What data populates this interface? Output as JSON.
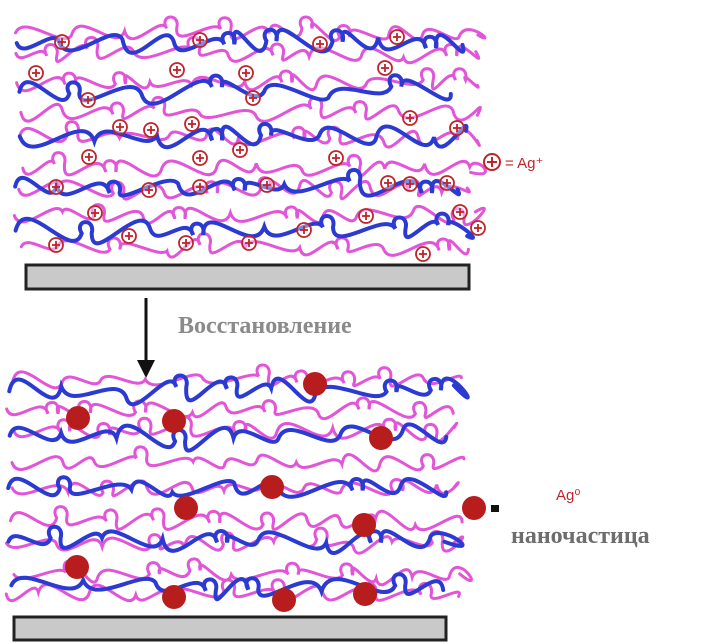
{
  "panels": {
    "top": {
      "label": "initial-film-with-silver-ions"
    },
    "bottom": {
      "label": "reduced-film-with-nanoparticles"
    }
  },
  "step": {
    "label": "Восстановление"
  },
  "legend": {
    "ion": {
      "symbol": "⊕",
      "text": "= Ag⁺"
    },
    "particle": {
      "eq": "=",
      "formula": "Ag⁰",
      "name": "наночастица"
    }
  },
  "colors": {
    "chain_blue": "#2b3bd1",
    "chain_pink": "#e255d8",
    "ion_red": "#c0242a",
    "particle_red": "#b81d1d",
    "substrate_fill": "#c9c9c9",
    "substrate_stroke": "#222222",
    "step_text": "#8a8a8a",
    "name_text": "#6d6d6d"
  },
  "icons": {
    "ion": "plus-in-circle-icon",
    "particle": "filled-circle-icon",
    "arrow": "down-arrow-icon"
  }
}
